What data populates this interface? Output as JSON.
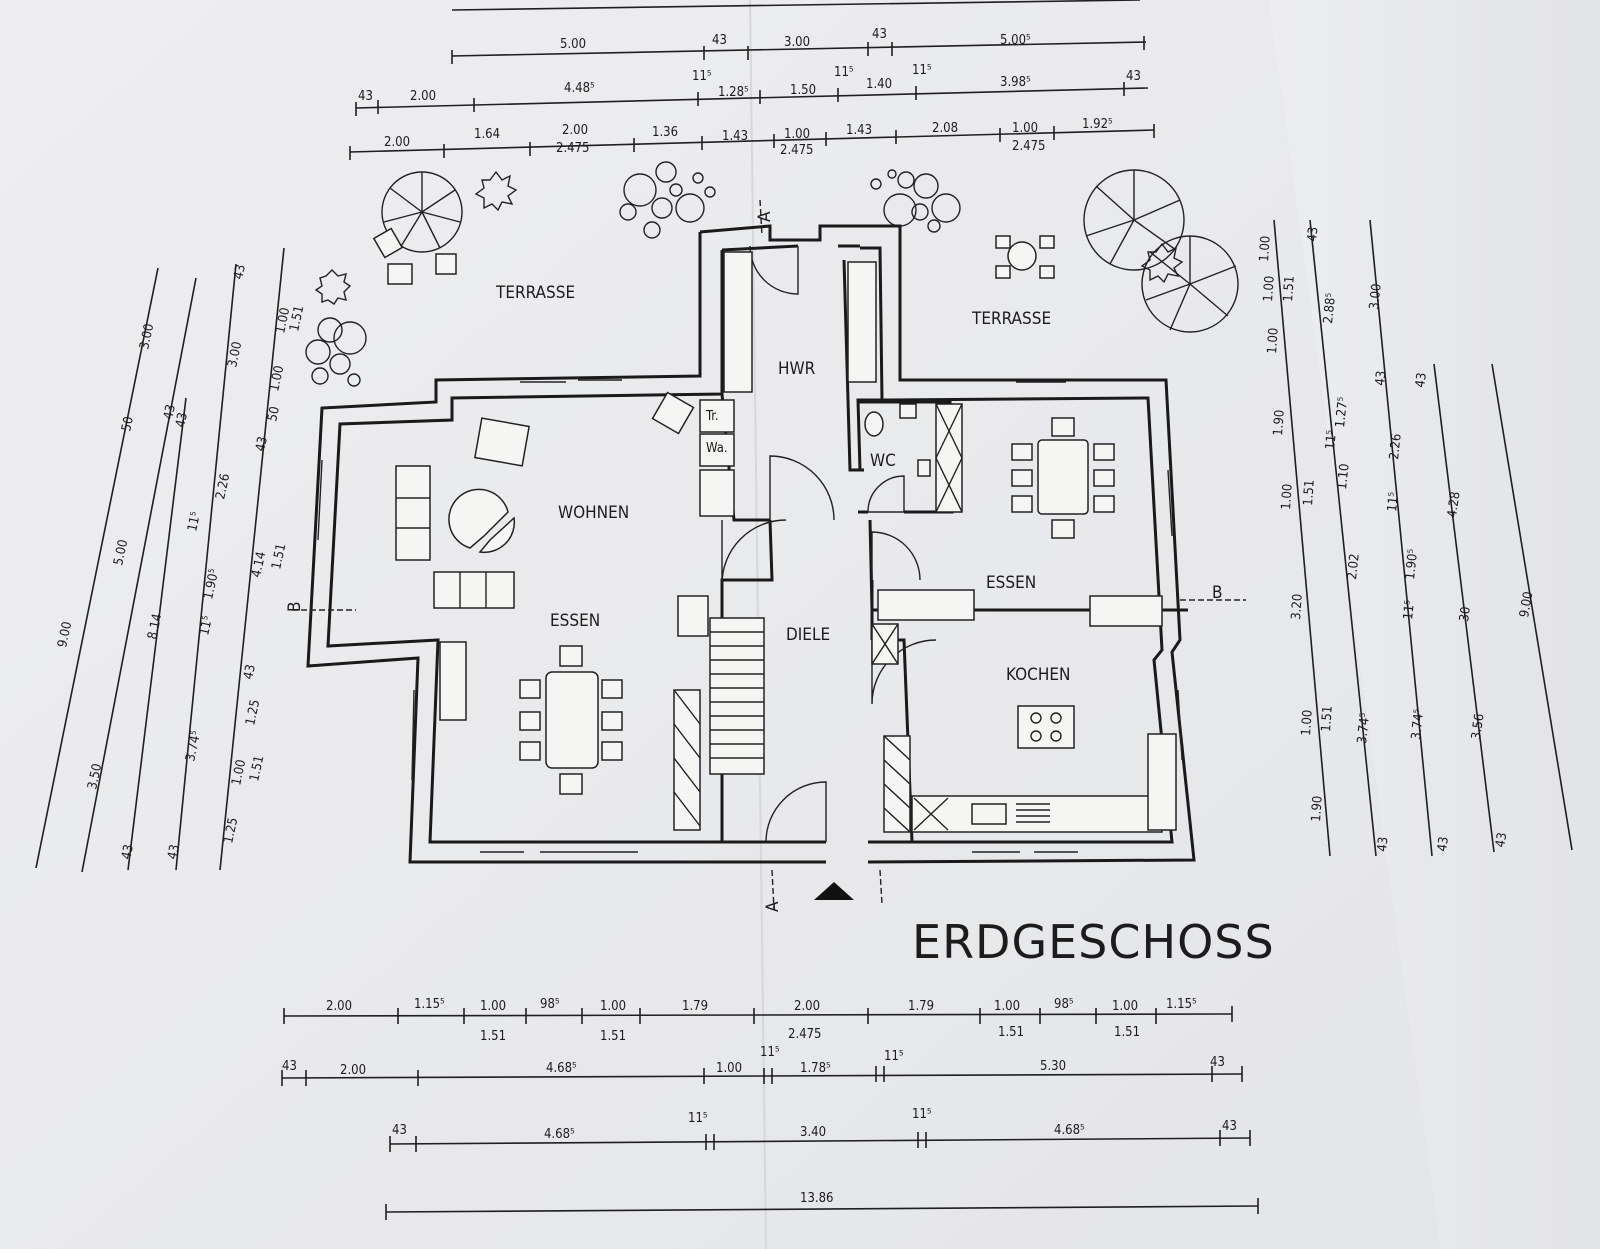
{
  "drawing": {
    "title": "ERDGESCHOSS",
    "section_marks": [
      "A",
      "A",
      "B",
      "B"
    ]
  },
  "rooms": {
    "terrasse_left": "TERRASSE",
    "terrasse_right": "TERRASSE",
    "hwr": "HWR",
    "wohnen": "WOHNEN",
    "essen_left": "ESSEN",
    "diele": "DIELE",
    "wc": "WC",
    "essen_right": "ESSEN",
    "kochen": "KOCHEN",
    "tr": "Tr.",
    "wa": "Wa."
  },
  "dims_top": {
    "row1": [
      "5.00",
      "43",
      "3.00",
      "43",
      "5.00⁵"
    ],
    "row2": [
      "43",
      "2.00",
      "4.48⁵",
      "11⁵",
      "1.28⁵",
      "1.50",
      "11⁵",
      "1.40",
      "11⁵",
      "3.98⁵",
      "43"
    ],
    "row3": [
      "2.00",
      "1.64",
      "2.00",
      "2.475",
      "1.36",
      "1.43",
      "1.00",
      "2.475",
      "1.43",
      "2.08",
      "1.00",
      "2.475",
      "1.92⁵"
    ]
  },
  "dims_bottom": {
    "row1": [
      "2.00",
      "1.15⁵",
      "1.00",
      "1.51",
      "98⁵",
      "1.00",
      "1.51",
      "1.79",
      "2.00",
      "2.475",
      "1.79",
      "1.00",
      "1.51",
      "98⁵",
      "1.00",
      "1.51",
      "1.15⁵"
    ],
    "row2": [
      "43",
      "2.00",
      "4.68⁵",
      "1.00",
      "11⁵",
      "1.78⁵",
      "11⁵",
      "5.30",
      "43"
    ],
    "row3": [
      "43",
      "4.68⁵",
      "11⁵",
      "3.40",
      "11⁵",
      "4.68⁵",
      "43"
    ],
    "row4": [
      "13.86"
    ]
  },
  "dims_left": {
    "chain1": [
      "9.00"
    ],
    "chain2": [
      "3.50",
      "5.00",
      "50",
      "3.00"
    ],
    "chain3": [
      "43",
      "8.14",
      "43"
    ],
    "chain4": [
      "43",
      "3.74⁵",
      "11⁵",
      "1.90⁵",
      "11⁵",
      "2.26",
      "43"
    ],
    "chain5": [
      "1.25",
      "1.00",
      "1.51",
      "1.25",
      "43",
      "4.14",
      "1.51",
      "43",
      "50",
      "1.00",
      "3.00",
      "1.00",
      "1.51",
      "43"
    ]
  },
  "dims_right": {
    "chain1": [
      "1.90",
      "1.00",
      "1.51",
      "3.20",
      "1.00",
      "1.51",
      "1.90",
      "1.00",
      "1.00",
      "1.51",
      "1.00"
    ],
    "chain2": [
      "3.74⁵",
      "2.02",
      "1.10",
      "11⁵",
      "1.27⁵",
      "2.88⁵",
      "43"
    ],
    "chain3": [
      "43",
      "3.74⁵",
      "11⁵",
      "1.90⁵",
      "11⁵",
      "2.26",
      "43",
      "3.00"
    ],
    "chain4": [
      "43",
      "3.56",
      "30",
      "4.28",
      "43"
    ],
    "chain5": [
      "43",
      "9.00"
    ]
  }
}
